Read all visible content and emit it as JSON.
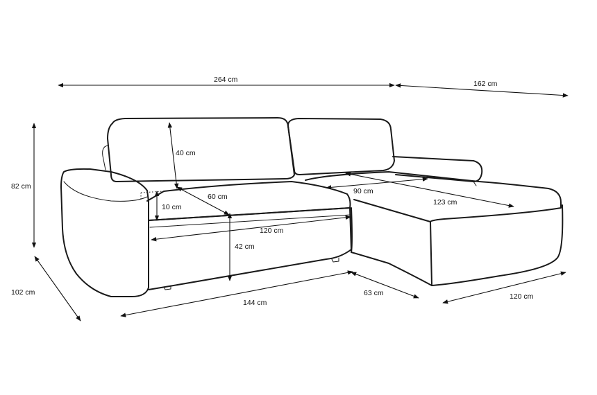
{
  "dimensions": {
    "total_length": "264 cm",
    "chaise_length": "162 cm",
    "total_height": "82 cm",
    "backrest_height": "40 cm",
    "seat_depth": "60 cm",
    "cushion_thickness": "10 cm",
    "seat_height": "42 cm",
    "seat_width": "120 cm",
    "chaise_seat_width": "90 cm",
    "chaise_seat_length": "123 cm",
    "total_depth": "102 cm",
    "base_length": "144 cm",
    "gap_width": "63 cm",
    "chaise_width": "120 cm"
  }
}
